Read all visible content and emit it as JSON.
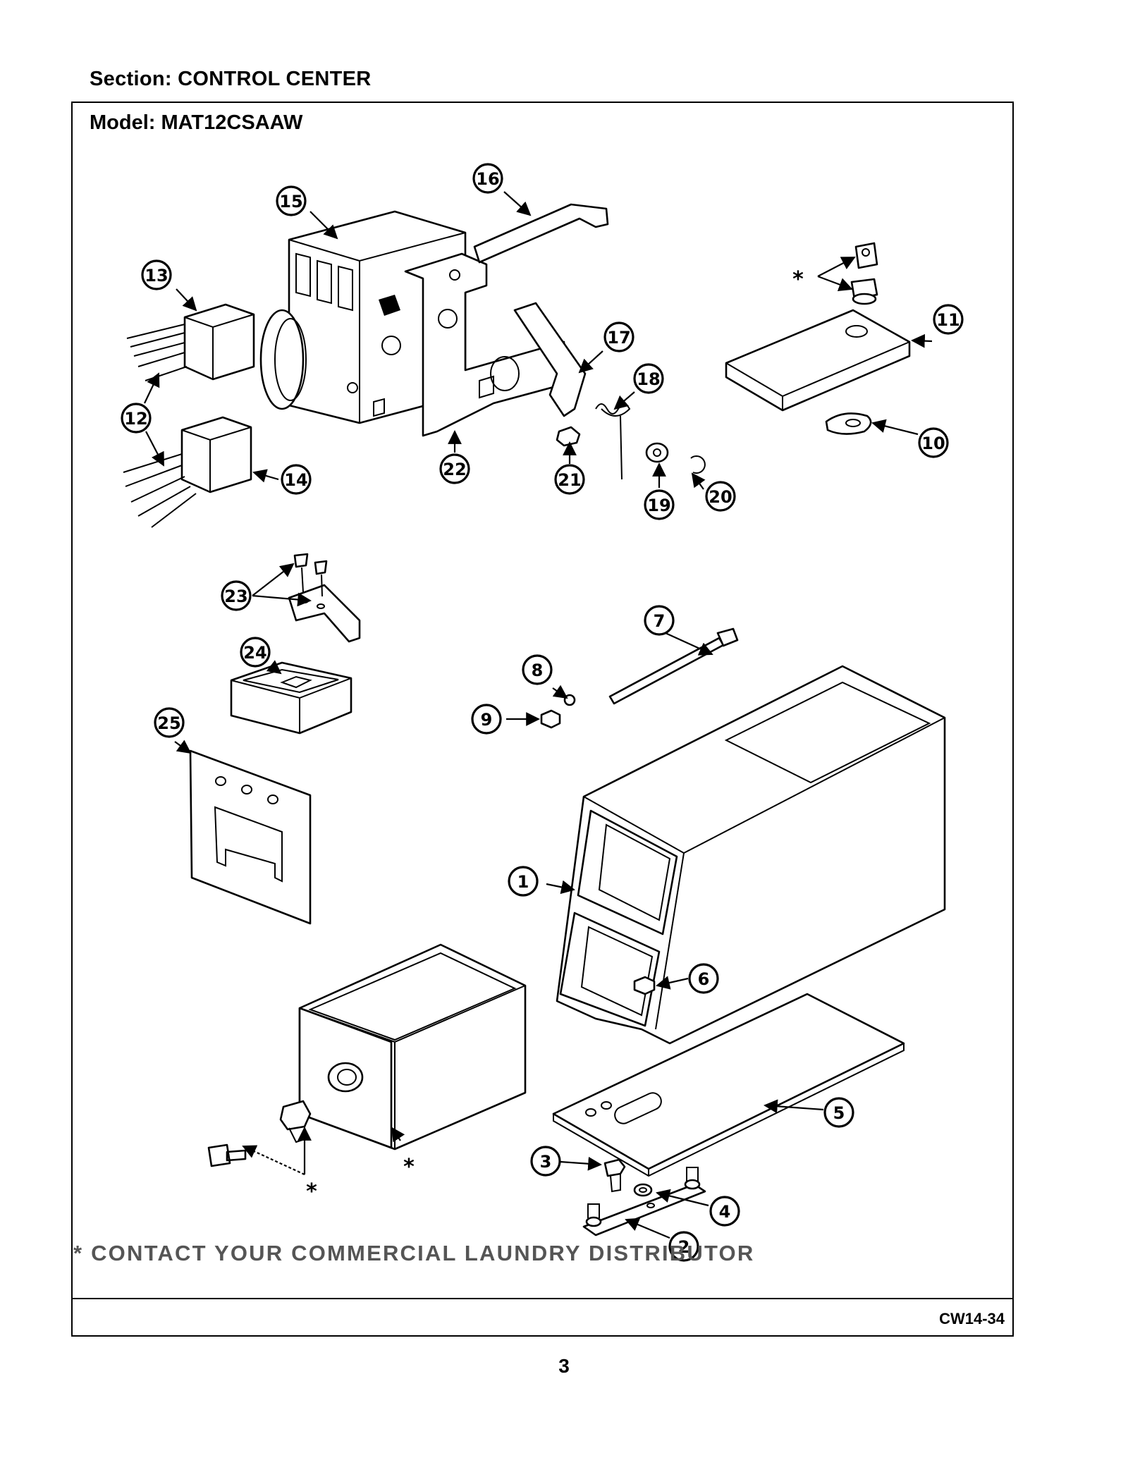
{
  "header": {
    "section": "Section:  CONTROL CENTER",
    "model": "Model:  MAT12CSAAW"
  },
  "diagram": {
    "callouts": [
      "1",
      "2",
      "3",
      "4",
      "5",
      "6",
      "7",
      "8",
      "9",
      "10",
      "11",
      "12",
      "13",
      "14",
      "15",
      "16",
      "17",
      "18",
      "19",
      "20",
      "21",
      "22",
      "23",
      "24",
      "25"
    ],
    "asterisk": "*"
  },
  "footer": {
    "note": "* CONTACT YOUR COMMERCIAL LAUNDRY DISTRIBUTOR",
    "drawing_code": "CW14-34",
    "page_number": "3"
  }
}
